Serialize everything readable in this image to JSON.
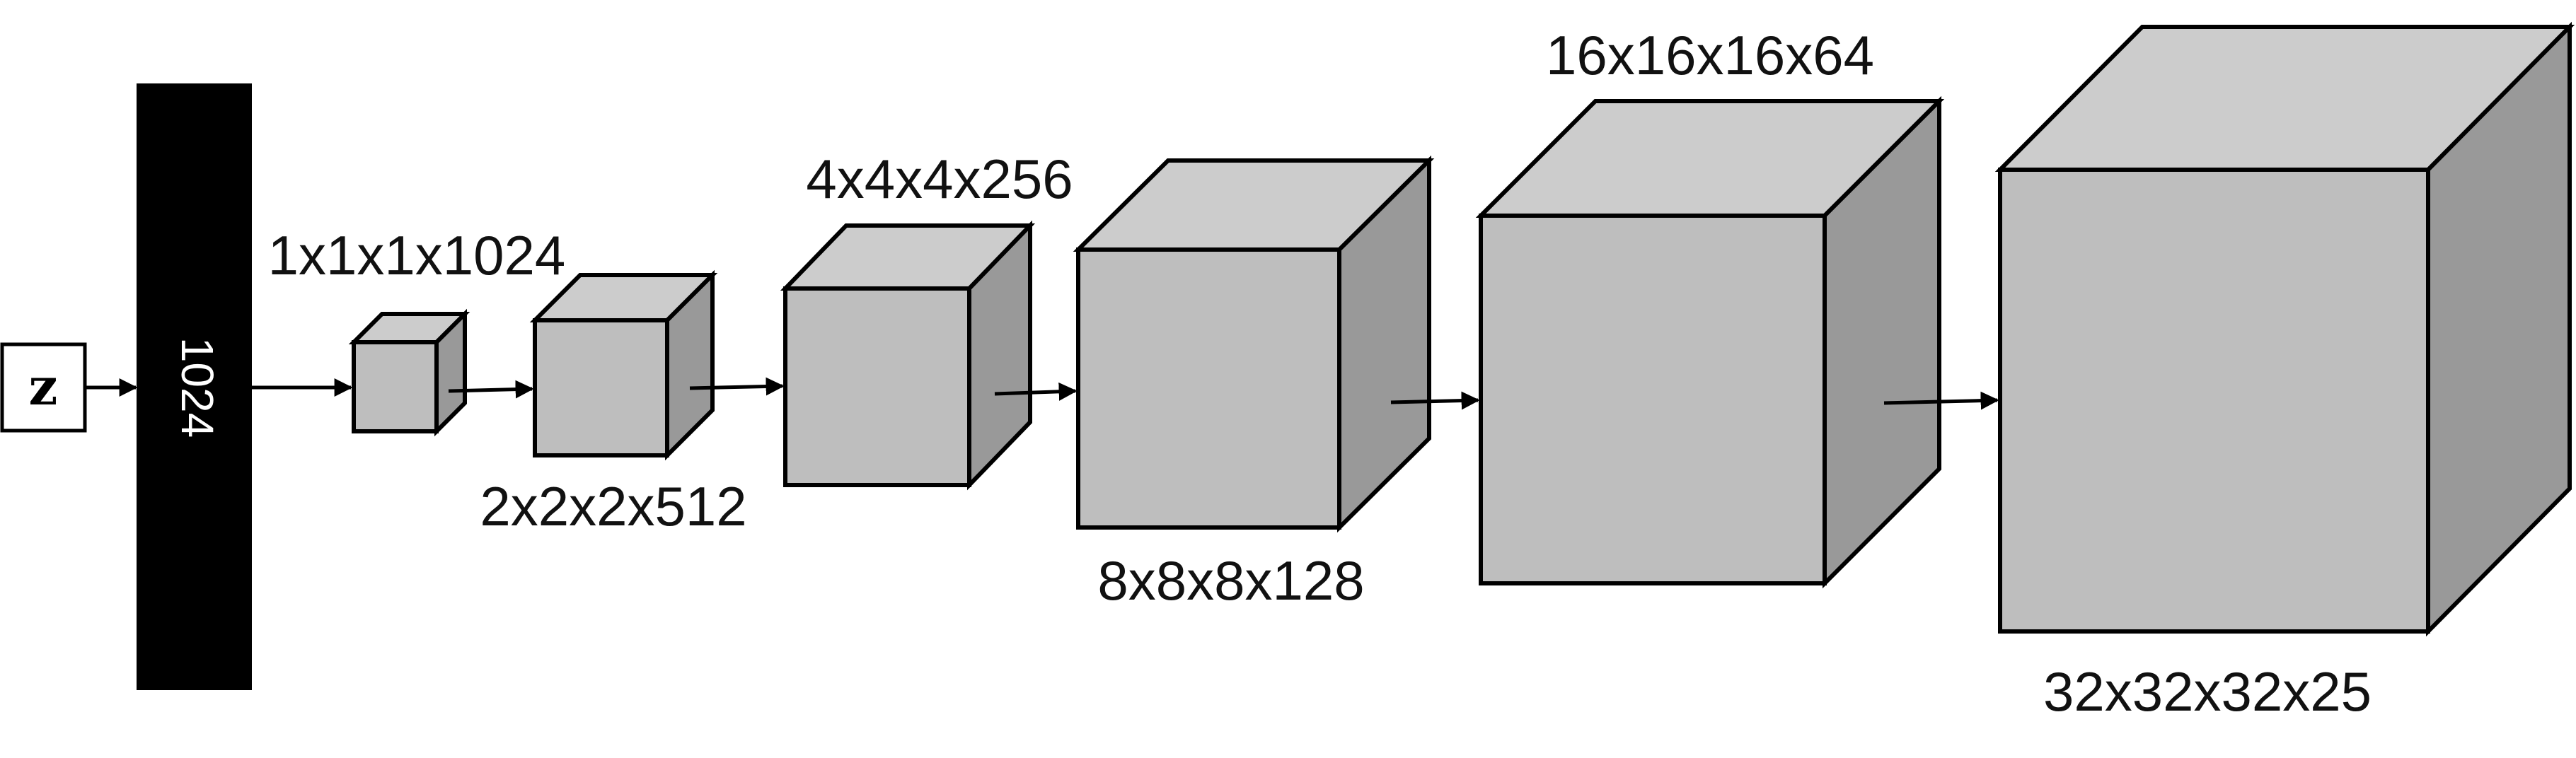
{
  "input": {
    "label": "z"
  },
  "dense": {
    "label": "1024"
  },
  "cubes": [
    {
      "label": "1x1x1x1024"
    },
    {
      "label": "2x2x2x512"
    },
    {
      "label": "4x4x4x256"
    },
    {
      "label": "8x8x8x128"
    },
    {
      "label": "16x16x16x64"
    },
    {
      "label": "32x32x32x25"
    }
  ],
  "colors": {
    "front": "#bebebe",
    "top": "#cccccc",
    "side": "#999999",
    "dense": "#000000",
    "outline": "#000000"
  }
}
